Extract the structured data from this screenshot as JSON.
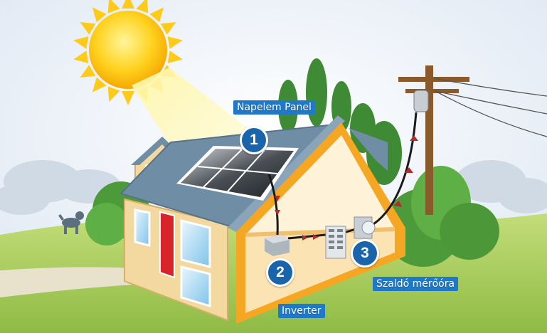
{
  "labels": {
    "panel": "Napelem Panel",
    "inverter": "Inverter",
    "meter": "Szaldó mérőóra"
  },
  "badges": [
    "1",
    "2",
    "3"
  ],
  "colors": {
    "label_bg": "#1f78c8",
    "badge_bg": "#1a64ab",
    "sun": "#ffd21f",
    "sky": "#dfe8f3",
    "grass": "#a4c95a",
    "house_wall": "#f3d9a0",
    "roof": "#6f8ea5",
    "door": "#d8232a",
    "wire_arrow": "#b32b2b"
  },
  "icons": [
    "sun-icon",
    "solar-panel-icon",
    "inverter-icon",
    "breaker-panel-icon",
    "meter-icon",
    "utility-pole-icon",
    "dog-icon"
  ]
}
